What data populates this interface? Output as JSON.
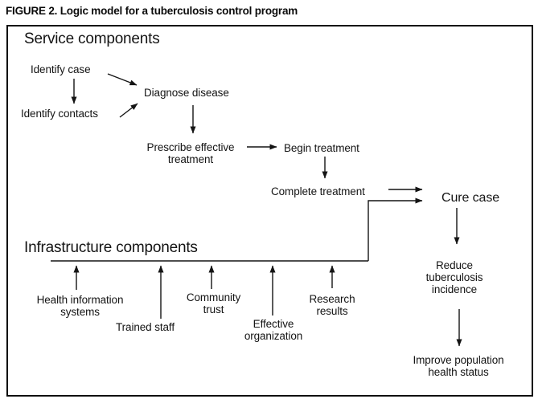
{
  "figure": {
    "title": "FIGURE 2. Logic model for a tuberculosis control program"
  },
  "diagram": {
    "sections": {
      "service": "Service components",
      "infrastructure": "Infrastructure components"
    },
    "service_nodes": {
      "identify_case": "Identify case",
      "identify_contacts": "Identify contacts",
      "diagnose_disease": "Diagnose disease",
      "prescribe_effective_treatment": "Prescribe effective\ntreatment",
      "begin_treatment": "Begin treatment",
      "complete_treatment": "Complete treatment",
      "cure_case": "Cure case"
    },
    "outcome_nodes": {
      "reduce_tuberculosis_incidence": "Reduce\ntuberculosis\nincidence",
      "improve_population_health_status": "Improve population\nhealth status"
    },
    "infrastructure_nodes": {
      "health_information_systems": "Health information\nsystems",
      "trained_staff": "Trained staff",
      "community_trust": "Community\ntrust",
      "effective_organization": "Effective\norganization",
      "research_results": "Research\nresults"
    },
    "line_color": "#141414"
  }
}
